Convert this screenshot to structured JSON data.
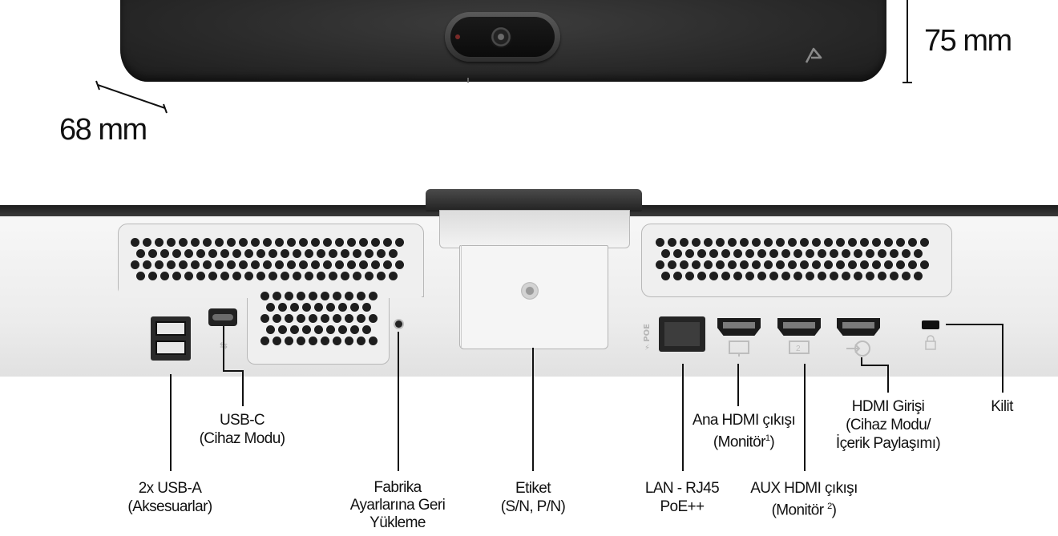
{
  "dimensions": {
    "height": "75 mm",
    "depth": "68 mm"
  },
  "icons": {
    "poly_logo": "poly-logo-icon",
    "poe": "⚡POE",
    "monitor": "monitor-icon",
    "monitor_2": "monitor-2-icon",
    "hdmi_input": "input-icon",
    "lock": "lock-icon",
    "usb_c": "usb-c-icon"
  },
  "callouts": {
    "usb_a": [
      "2x USB-A",
      "(Aksesuarlar)"
    ],
    "usb_c": [
      "USB-C",
      "(Cihaz Modu)"
    ],
    "reset": [
      "Fabrika",
      "Ayarlarına Geri",
      "Yükleme"
    ],
    "label": [
      "Etiket",
      "(S/N, P/N)"
    ],
    "lan": [
      "LAN - RJ45",
      "PoE++"
    ],
    "main_hdmi": [
      "Ana HDMI çıkışı",
      "(Monitör",
      "1",
      ")"
    ],
    "aux_hdmi": [
      "AUX HDMI çıkışı",
      "(Monitör ",
      "2",
      ")"
    ],
    "hdmi_in": [
      "HDMI Girişi",
      "(Cihaz Modu/",
      "İçerik Paylaşımı)"
    ],
    "lock": [
      "Kilit"
    ]
  },
  "colors": {
    "fabric": "#2a2a2a",
    "body": "#ececec",
    "port": "#1b1b1b",
    "line": "#111111"
  }
}
